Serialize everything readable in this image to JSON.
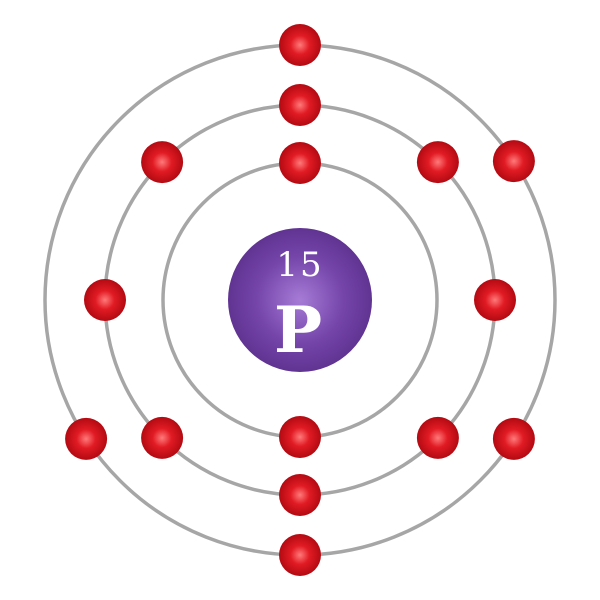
{
  "element": {
    "atomic_number": "15",
    "symbol": "P"
  },
  "shells": [
    {
      "electrons": 2
    },
    {
      "electrons": 8
    },
    {
      "electrons": 5
    }
  ],
  "colors": {
    "nucleus": "#6a3d9a",
    "nucleus_highlight": "#9b6fcf",
    "electron": "#d40f1a",
    "electron_highlight": "#ff6b6b",
    "orbit": "#a6a6a6",
    "text": "#ffffff"
  }
}
